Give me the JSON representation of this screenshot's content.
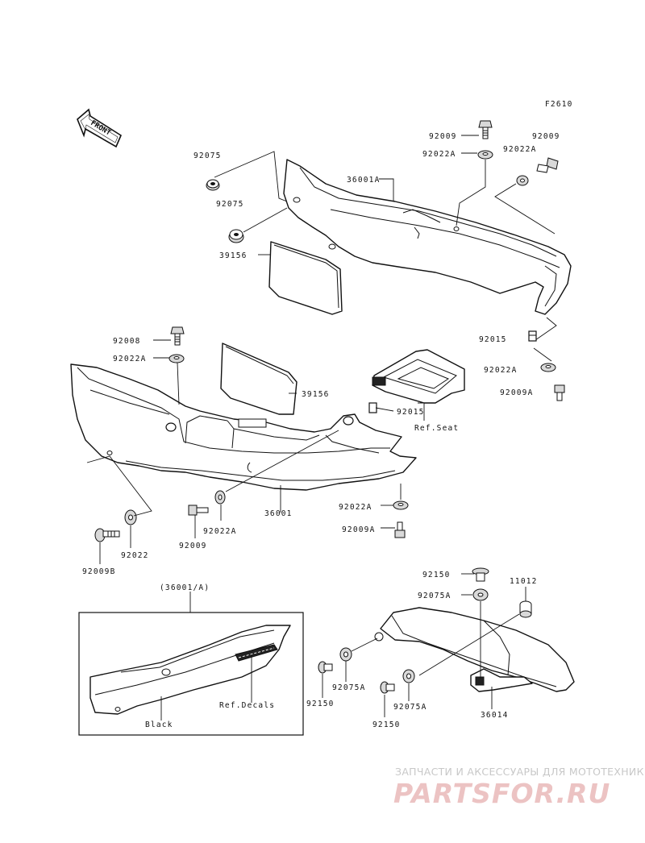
{
  "figure_code": "F2610",
  "front_arrow": {
    "label": "FRONT",
    "icon": "front-direction-arrow-icon"
  },
  "labels": {
    "l_92009_top": "92009",
    "l_92022A_top": "92022A",
    "l_92009_right": "92009",
    "l_92022A_right": "92022A",
    "l_92075_a": "92075",
    "l_92075_b": "92075",
    "l_36001A": "36001A",
    "l_39156_top": "39156",
    "l_92015_right": "92015",
    "l_92022A_right2": "92022A",
    "l_92009A_right": "92009A",
    "l_92008": "92008",
    "l_92022A_mid": "92022A",
    "l_39156_mid": "39156",
    "l_92015_mid": "92015",
    "l_ref_seat": "Ref.Seat",
    "l_36001": "36001",
    "l_92022A_low": "92022A",
    "l_92009A_low": "92009A",
    "l_92022A_bottom": "92022A",
    "l_92022": "92022",
    "l_92009_bottom": "92009",
    "l_92009B": "92009B",
    "l_inset_title": "(36001/A)",
    "l_ref_decals": "Ref.Decals",
    "l_black": "Black",
    "l_92150_top": "92150",
    "l_92075A_top": "92075A",
    "l_11012": "11012",
    "l_92150_left": "92150",
    "l_92075A_mid": "92075A",
    "l_92075A_low": "92075A",
    "l_92150_low": "92150",
    "l_36014": "36014"
  },
  "watermark": {
    "tagline": "ЗАПЧАСТИ И АКСЕССУАРЫ ДЛЯ МОТОТЕХНИКИ",
    "logo": "PARTSFOR.RU"
  }
}
